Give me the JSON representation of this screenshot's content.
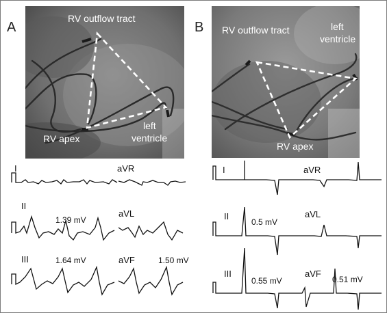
{
  "panels": [
    {
      "letter": "A",
      "xray_labels": {
        "outflow": "RV outflow tract",
        "apex": "RV apex",
        "lv_line1": "left",
        "lv_line2": "ventricle"
      },
      "leads": [
        "I",
        "aVR",
        "II",
        "aVL",
        "III",
        "aVF"
      ],
      "amplitudes": {
        "II": "1.39 mV",
        "III": "1.64 mV",
        "aVF": "1.50 mV"
      }
    },
    {
      "letter": "B",
      "xray_labels": {
        "outflow": "RV outflow tract",
        "apex": "RV apex",
        "lv_line1": "left",
        "lv_line2": "ventricle"
      },
      "leads": [
        "I",
        "aVR",
        "II",
        "aVL",
        "III",
        "aVF"
      ],
      "amplitudes": {
        "II": "0.5 mV",
        "III": "0.55 mV",
        "aVF": "0.51 mV"
      }
    }
  ],
  "colors": {
    "xray_dark": "#3a3a3a",
    "xray_light": "#b9b9b9",
    "overlay": "#ffffff",
    "trace": "#111111"
  }
}
